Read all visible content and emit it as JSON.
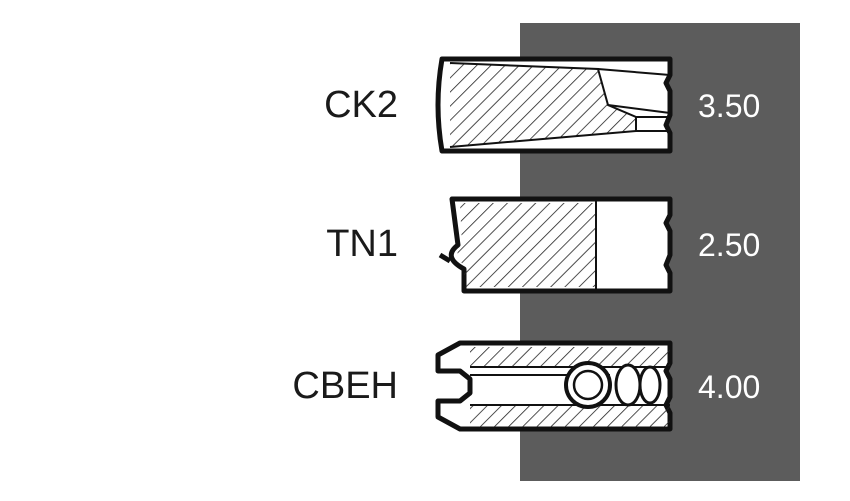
{
  "colors": {
    "panel": "#5c5c5c",
    "outline": "#111111",
    "hatch": "#222222",
    "value_text": "#ffffff",
    "label_text": "#1a1a1a"
  },
  "rings": [
    {
      "label": "CK2",
      "value": "3.50"
    },
    {
      "label": "TN1",
      "value": "2.50"
    },
    {
      "label": "CBEH",
      "value": "4.00"
    }
  ]
}
